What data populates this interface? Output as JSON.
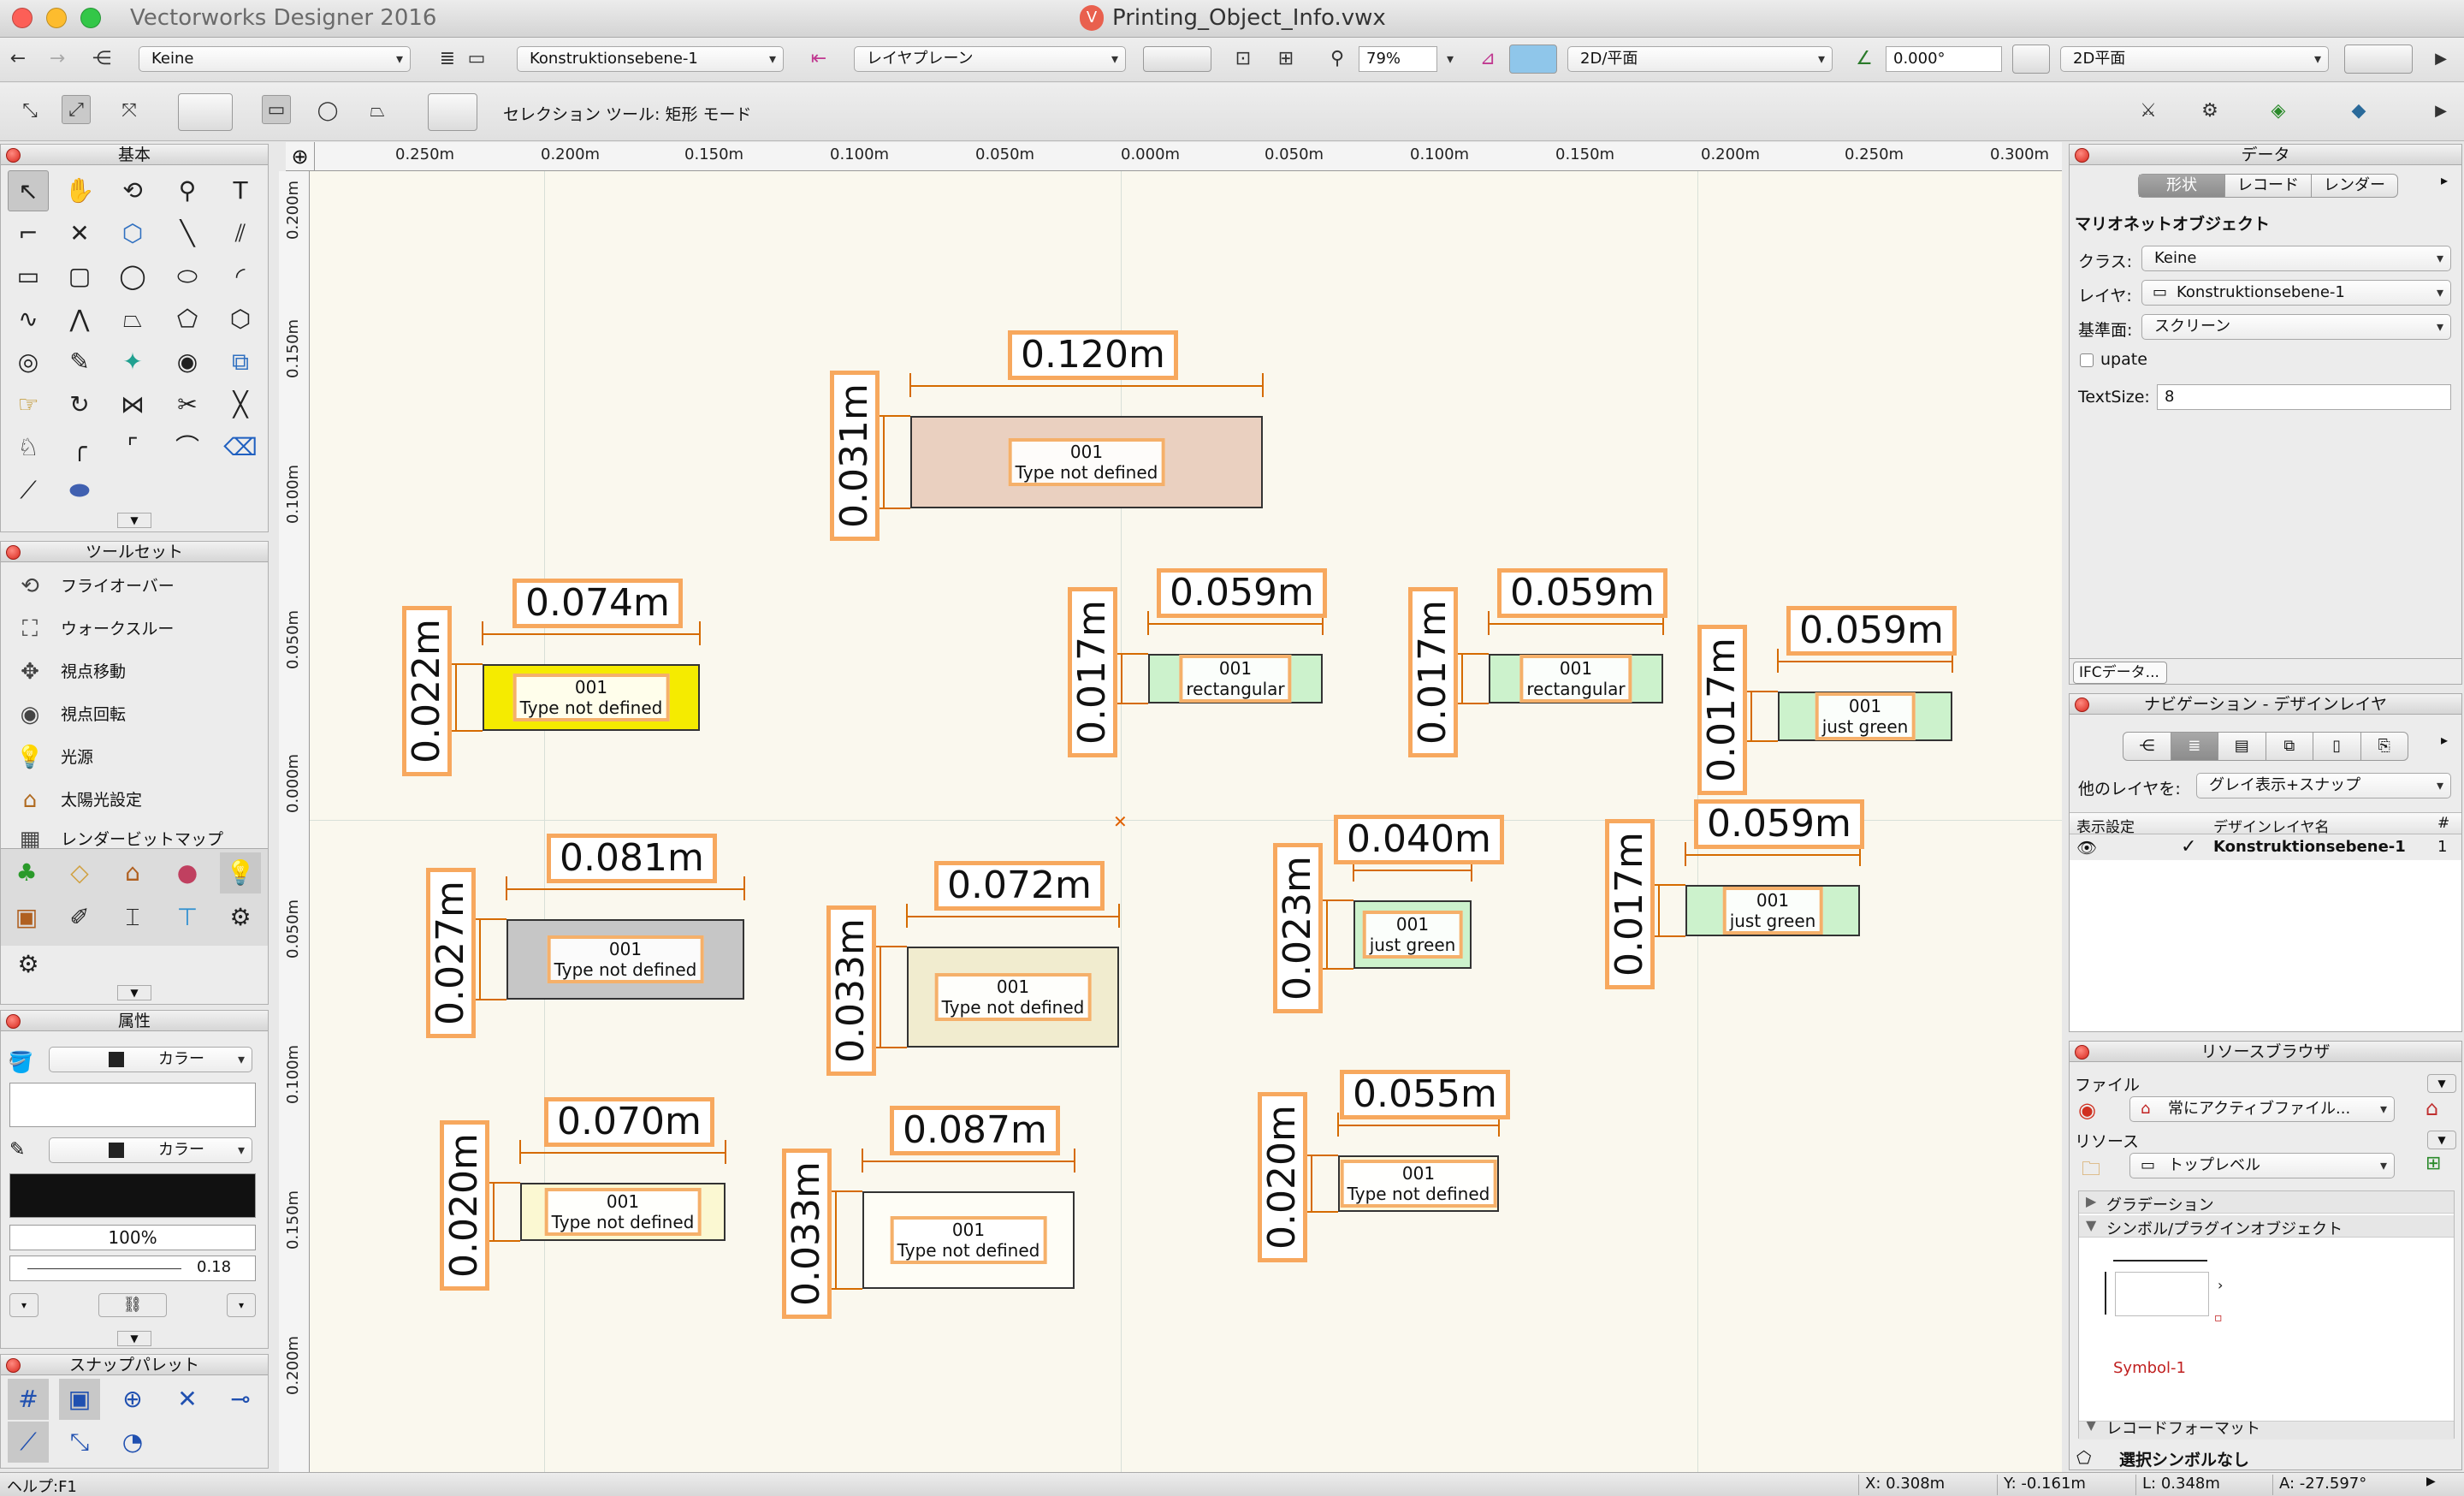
{
  "window": {
    "app_name": "Vectorworks Designer 2016",
    "doc_title": "Printing_Object_Info.vwx"
  },
  "view_bar": {
    "class_select": "Keine",
    "layer_select": "Konstruktionsebene-1",
    "plane_select": "レイヤプレーン",
    "zoom": "79%",
    "view_select": "2D/平面",
    "angle": "0.000°",
    "render_select": "2D平面"
  },
  "tool_bar": {
    "mode_text": "セレクション ツール: 矩形 モード"
  },
  "palettes": {
    "basic_title": "基本",
    "toolset_title": "ツールセット",
    "toolset_items": [
      "フライオーバー",
      "ウォークスルー",
      "視点移動",
      "視点回転",
      "光源",
      "太陽光設定",
      "レンダービットマップ"
    ],
    "attr_title": "属性",
    "fill_label": "カラー",
    "pen_label": "カラー",
    "opacity": "100%",
    "line_weight": "0.18",
    "snap_title": "スナップパレット",
    "help_text": "ヘルプ:F1"
  },
  "rulers": {
    "h": [
      "0.250m",
      "0.200m",
      "0.150m",
      "0.100m",
      "0.050m",
      "0.000m",
      "0.050m",
      "0.100m",
      "0.150m",
      "0.200m",
      "0.250m",
      "0.300m"
    ],
    "v": [
      "0.200m",
      "0.150m",
      "0.100m",
      "0.050m",
      "0.000m",
      "0.050m",
      "0.100m",
      "0.150m",
      "0.200m"
    ]
  },
  "drawing": {
    "tag_number": "001",
    "objects": [
      {
        "type": "Type not defined",
        "width": "0.120m",
        "height": "0.031m",
        "fill": "#ead0c0"
      },
      {
        "type": "Type not defined",
        "width": "0.074m",
        "height": "0.022m",
        "fill": "#f5eb00"
      },
      {
        "type": "rectangular",
        "width": "0.059m",
        "height": "0.017m",
        "fill": "#ccf2cc"
      },
      {
        "type": "rectangular",
        "width": "0.059m",
        "height": "0.017m",
        "fill": "#ccf2cc"
      },
      {
        "type": "just green",
        "width": "0.059m",
        "height": "0.017m",
        "fill": "#ccf2cc"
      },
      {
        "type": "Type not defined",
        "width": "0.081m",
        "height": "0.027m",
        "fill": "#c6c6c6"
      },
      {
        "type": "Type not defined",
        "width": "0.072m",
        "height": "0.033m",
        "fill": "#f1eccf"
      },
      {
        "type": "just green",
        "width": "0.040m",
        "height": "0.023m",
        "fill": "#ccf2cc"
      },
      {
        "type": "just green",
        "width": "0.059m",
        "height": "0.017m",
        "fill": "#ccf2cc"
      },
      {
        "type": "Type not defined",
        "width": "0.070m",
        "height": "0.020m",
        "fill": "#fbf8d2"
      },
      {
        "type": "Type not defined",
        "width": "0.087m",
        "height": "0.033m",
        "fill": "#fefdf6"
      },
      {
        "type": "Type not defined",
        "width": "0.055m",
        "height": "0.020m",
        "fill": "#fcf8de"
      }
    ]
  },
  "data_palette": {
    "title": "データ",
    "tabs": [
      "形状",
      "レコード",
      "レンダー"
    ],
    "object_type": "マリオネットオブジェクト",
    "class_label": "クラス:",
    "class_value": "Keine",
    "layer_label": "レイヤ:",
    "layer_value": "Konstruktionsebene-1",
    "plane_label": "基準面:",
    "plane_value": "スクリーン",
    "checkbox_label": "upate",
    "textsize_label": "TextSize:",
    "textsize_value": "8",
    "ifc_button": "IFCデータ..."
  },
  "nav_palette": {
    "title": "ナビゲーション - デザインレイヤ",
    "other_layers_label": "他のレイヤを:",
    "other_layers_value": "グレイ表示+スナップ",
    "col_visibility": "表示設定",
    "col_name": "デザインレイヤ名",
    "col_number": "#",
    "layer_name": "Konstruktionsebene-1",
    "layer_number": "1"
  },
  "resource_palette": {
    "title": "リソースブラウザ",
    "file_label": "ファイル",
    "file_value": "常にアクティブファイル...",
    "resource_label": "リソース",
    "resource_value": "トップレベル",
    "folder1": "グラデーション",
    "folder2": "シンボル/プラグインオブジェクト",
    "symbol_name": "Symbol-1",
    "folder3": "レコードフォーマット",
    "no_selection": "選択シンボルなし"
  },
  "status": {
    "x": "X: 0.308m",
    "y": "Y: -0.161m",
    "l": "L: 0.348m",
    "a": "A: -27.597°"
  }
}
